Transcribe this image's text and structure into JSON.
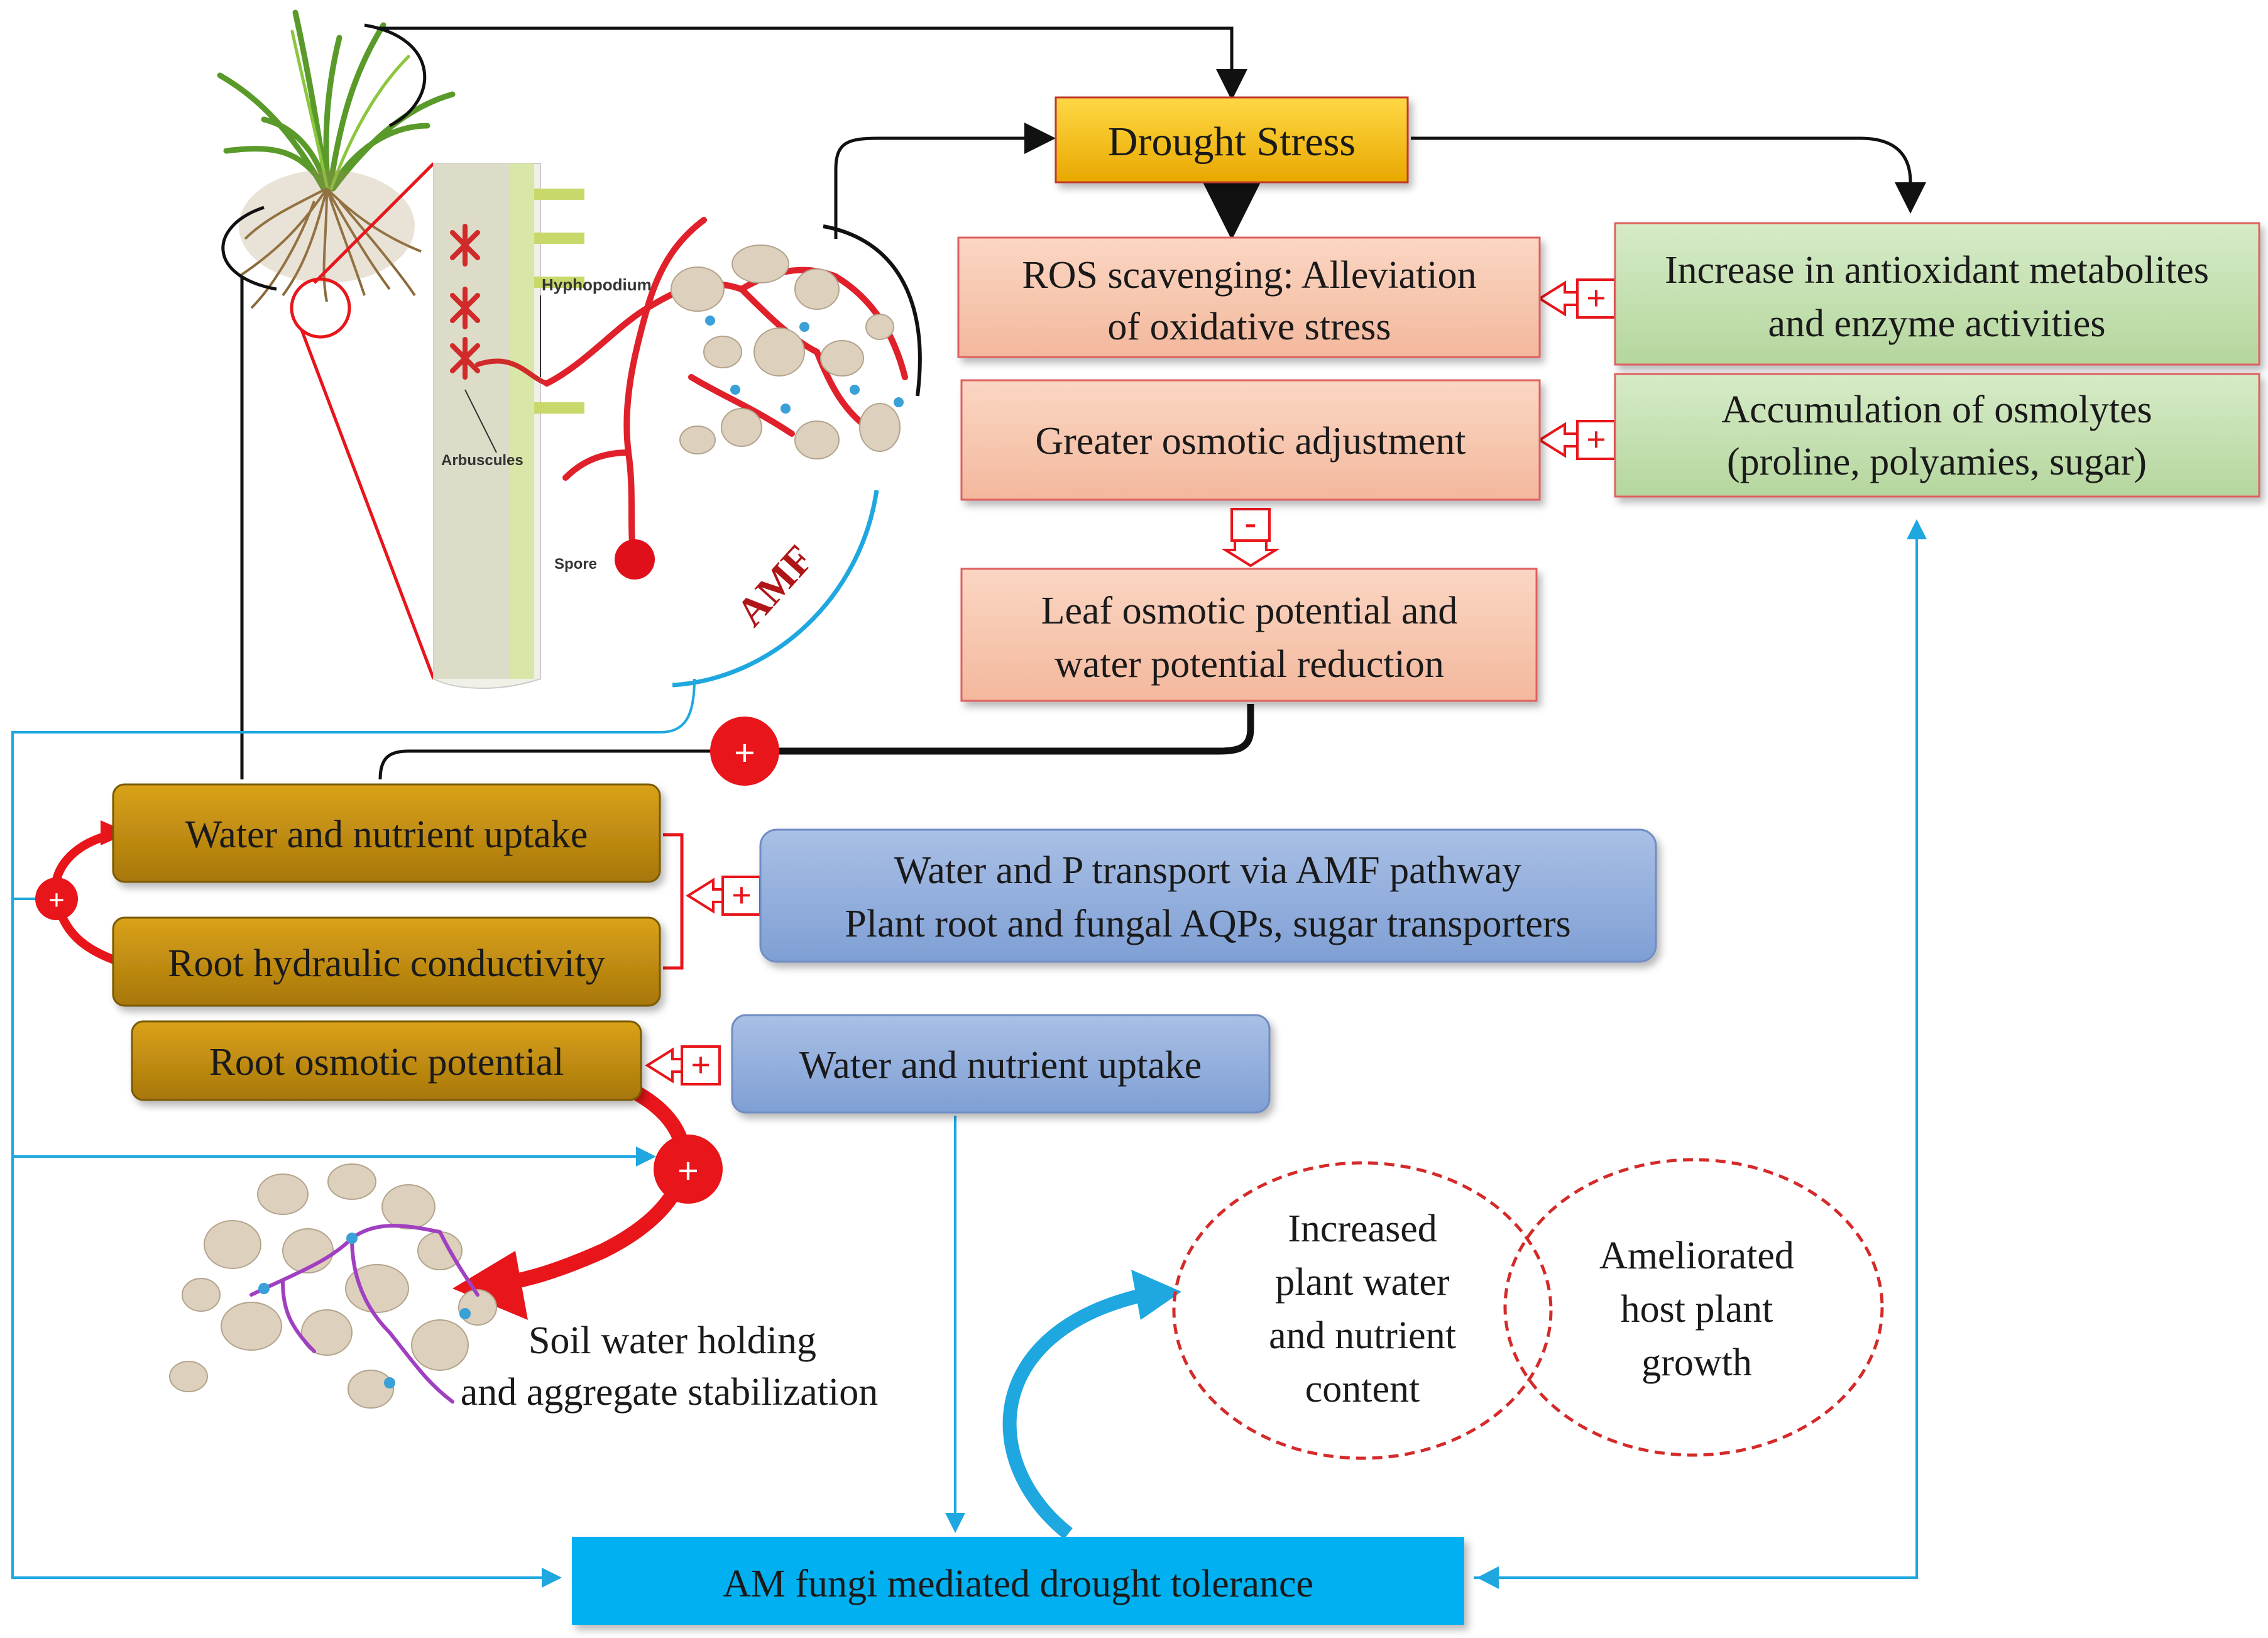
{
  "boxes": {
    "drought_stress": "Drought Stress",
    "ros_line1": "ROS scavenging: Alleviation",
    "ros_line2": "of oxidative stress",
    "antioxidant_line1": "Increase in antioxidant metabolites",
    "antioxidant_line2": "and enzyme activities",
    "osmotic_adjustment": "Greater osmotic adjustment",
    "osmolytes_line1": "Accumulation of osmolytes",
    "osmolytes_line2": "(proline, polyamies, sugar)",
    "leaf_line1": "Leaf osmotic potential and",
    "leaf_line2": "water potential reduction",
    "water_uptake_root": "Water and nutrient uptake",
    "root_hydraulic": "Root hydraulic conductivity",
    "root_osmotic": "Root osmotic potential",
    "amf_transport_line1": "Water and P transport via AMF pathway",
    "amf_transport_line2": "Plant root and fungal AQPs, sugar transporters",
    "water_uptake_amf": "Water and nutrient uptake",
    "soil_line1": "Soil water holding",
    "soil_line2": "and aggregate stabilization",
    "increased_line1": "Increased",
    "increased_line2": "plant water",
    "increased_line3": "and nutrient",
    "increased_line4": "content",
    "ameliorated_line1": "Ameliorated",
    "ameliorated_line2": "host plant",
    "ameliorated_line3": "growth",
    "am_fungi": "AM fungi mediated drought tolerance"
  },
  "illustration": {
    "hyphopodium": "Hyphopodium",
    "arbuscules": "Arbuscules",
    "spore": "Spore",
    "amf": "AMF"
  },
  "signs": {
    "plus": "+",
    "minus": "-"
  },
  "colors": {
    "drought": "#f5c21b",
    "salmon": "#f9cbb5",
    "green": "#c6e0b4",
    "gold": "#b8860b",
    "blue_box": "#8eaadb",
    "cyan_box": "#00b0f0",
    "red": "#e8151b",
    "cyan_line": "#1fa7e0"
  }
}
